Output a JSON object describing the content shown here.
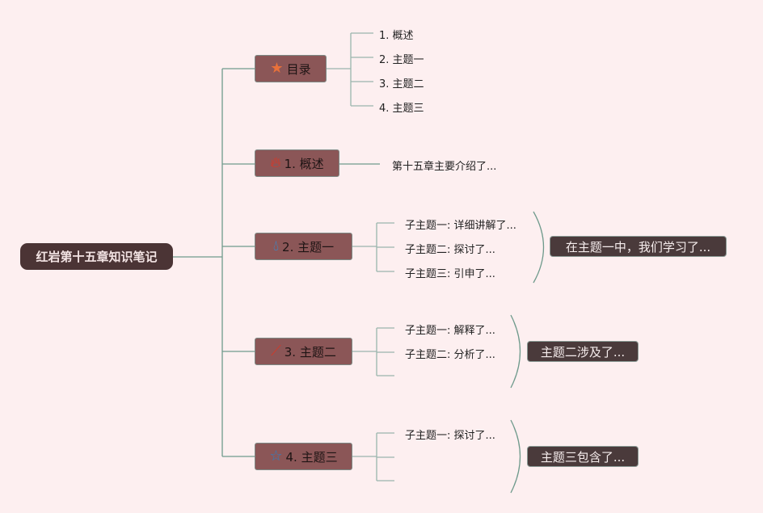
{
  "root": {
    "label": "红岩第十五章知识笔记"
  },
  "branches": [
    {
      "label": "目录",
      "icon": "star-icon",
      "icon_color": "#e8713a",
      "children": [
        "1. 概述",
        "2. 主题一",
        "3. 主题二",
        "4. 主题三"
      ]
    },
    {
      "label": "1. 概述",
      "icon": "fire-icon",
      "icon_color": "#e8321e",
      "children": [
        "第十五章主要介绍了..."
      ]
    },
    {
      "label": "2. 主题一",
      "icon": "water-drop-icon",
      "icon_color": "#2f8fd8",
      "children": [
        "子主题一: 详细讲解了...",
        "子主题二: 探讨了...",
        "子主题三: 引申了..."
      ],
      "summary": "在主题一中，我们学习了..."
    },
    {
      "label": "3. 主题二",
      "icon": "magic-wand-icon",
      "icon_color": "#d03a2a",
      "children": [
        "子主题一: 解释了...",
        "子主题二: 分析了..."
      ],
      "summary": "主题二涉及了..."
    },
    {
      "label": "4. 主题三",
      "icon": "star-outline-icon",
      "icon_color": "#2f7fc0",
      "children": [
        "子主题一: 探讨了..."
      ],
      "summary": "主题三包含了..."
    }
  ]
}
